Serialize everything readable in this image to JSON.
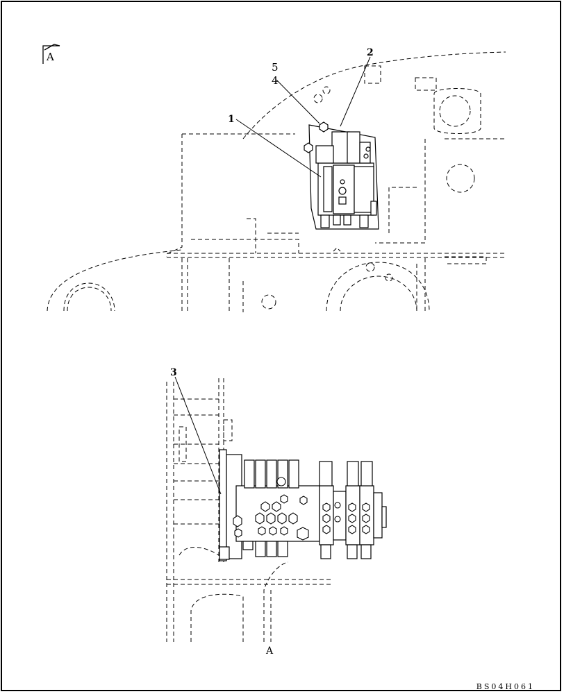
{
  "view_marker": "A",
  "section_label": "A",
  "callouts": [
    "1",
    "2",
    "3",
    "4",
    "5"
  ],
  "drawing_code": "BS04H061"
}
